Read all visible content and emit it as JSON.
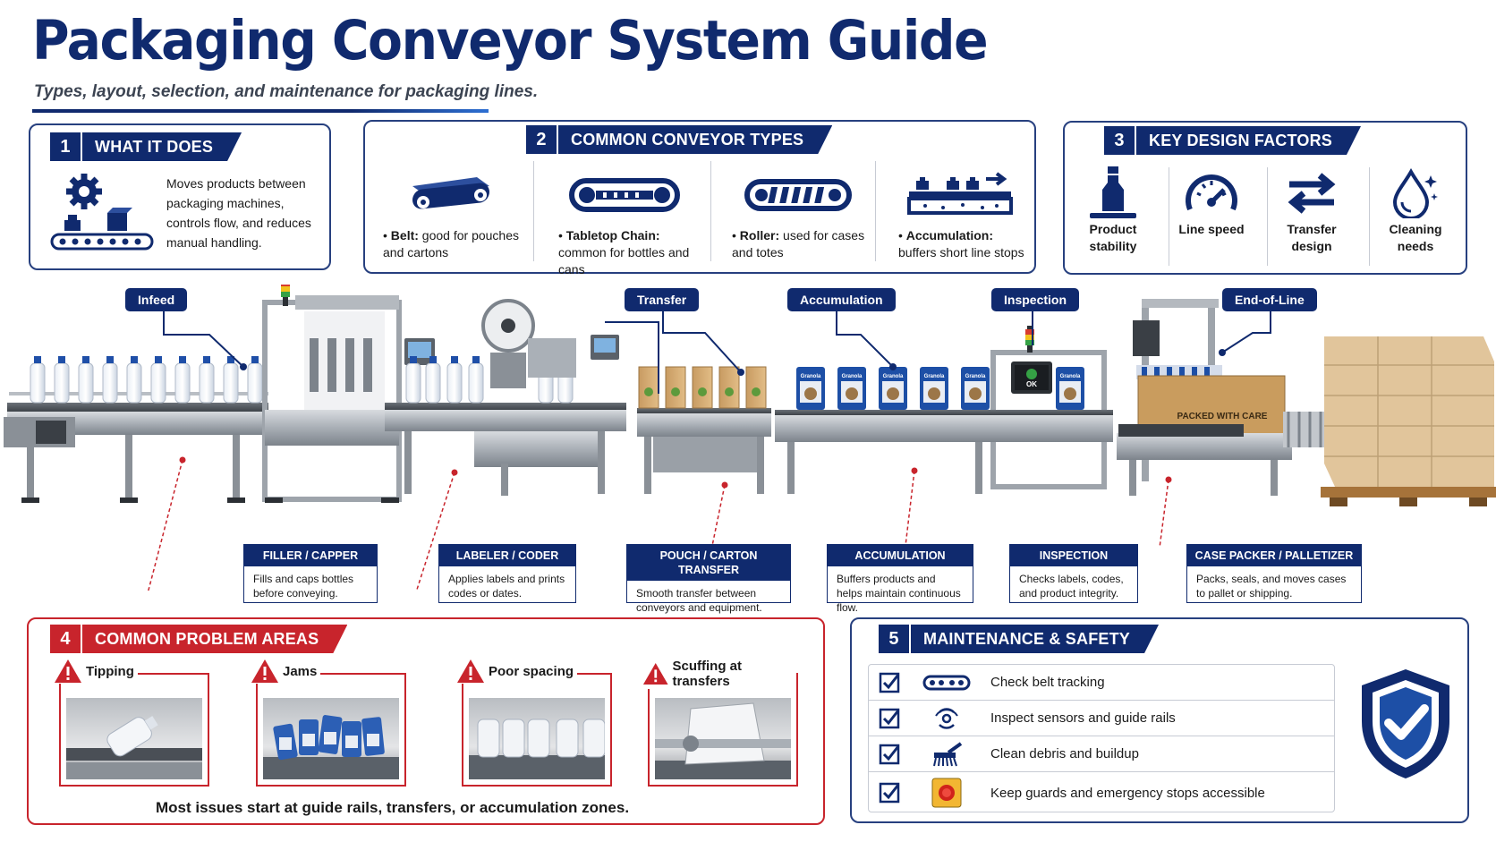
{
  "header": {
    "title": "Packaging Conveyor System Guide",
    "subtitle": "Types, layout, selection, and maintenance for packaging lines."
  },
  "section1": {
    "num": "1",
    "title": "WHAT IT DOES",
    "text": "Moves products between packaging machines, controls flow, and reduces manual handling."
  },
  "section2": {
    "num": "2",
    "title": "COMMON CONVEYOR TYPES",
    "types": [
      {
        "bold": "Belt:",
        "text": " good for pouches and cartons",
        "icon": "belt-conveyor-icon"
      },
      {
        "bold": "Tabletop Chain:",
        "text": " common for bottles and cans",
        "icon": "tabletop-chain-icon"
      },
      {
        "bold": "Roller:",
        "text": " used for cases and totes",
        "icon": "roller-conveyor-icon"
      },
      {
        "bold": "Accumulation:",
        "text": " buffers short line stops",
        "icon": "accumulation-conveyor-icon"
      }
    ]
  },
  "section3": {
    "num": "3",
    "title": "KEY DESIGN FACTORS",
    "factors": [
      {
        "label": "Product stability",
        "icon": "bottle-icon"
      },
      {
        "label": "Line speed",
        "icon": "speedometer-icon"
      },
      {
        "label": "Transfer design",
        "icon": "transfer-arrows-icon"
      },
      {
        "label": "Cleaning needs",
        "icon": "water-drop-icon"
      }
    ]
  },
  "line": {
    "callouts": [
      "Infeed",
      "Transfer",
      "Accumulation",
      "Inspection",
      "End-of-Line"
    ],
    "labels": {
      "inspection_screen": "OK",
      "case": "PACKED WITH CARE",
      "pouch": "Granola"
    },
    "stations": [
      {
        "title": "FILLER / CAPPER",
        "text": "Fills and caps bottles before conveying."
      },
      {
        "title": "LABELER / CODER",
        "text": "Applies labels and prints codes or dates."
      },
      {
        "title": "POUCH / CARTON TRANSFER",
        "text": "Smooth transfer between conveyors and equipment."
      },
      {
        "title": "ACCUMULATION",
        "text": "Buffers products and helps maintain continuous flow."
      },
      {
        "title": "INSPECTION",
        "text": "Checks labels, codes, and product integrity."
      },
      {
        "title": "CASE PACKER / PALLETIZER",
        "text": "Packs, seals, and moves cases to pallet or shipping."
      }
    ]
  },
  "section4": {
    "num": "4",
    "title": "COMMON PROBLEM AREAS",
    "problems": [
      "Tipping",
      "Jams",
      "Poor spacing",
      "Scuffing at transfers"
    ],
    "note": "Most issues start at guide rails, transfers, or accumulation zones."
  },
  "section5": {
    "num": "5",
    "title": "MAINTENANCE & SAFETY",
    "items": [
      {
        "text": "Check belt tracking",
        "icon": "belt-tracking-icon"
      },
      {
        "text": "Inspect sensors and guide rails",
        "icon": "sensor-icon"
      },
      {
        "text": "Clean debris and buildup",
        "icon": "brush-icon"
      },
      {
        "text": "Keep guards and emergency stops accessible",
        "icon": "emergency-stop-icon"
      }
    ]
  },
  "colors": {
    "navy": "#102a6e",
    "red": "#c8242c",
    "steel": "#9ea4ab"
  }
}
